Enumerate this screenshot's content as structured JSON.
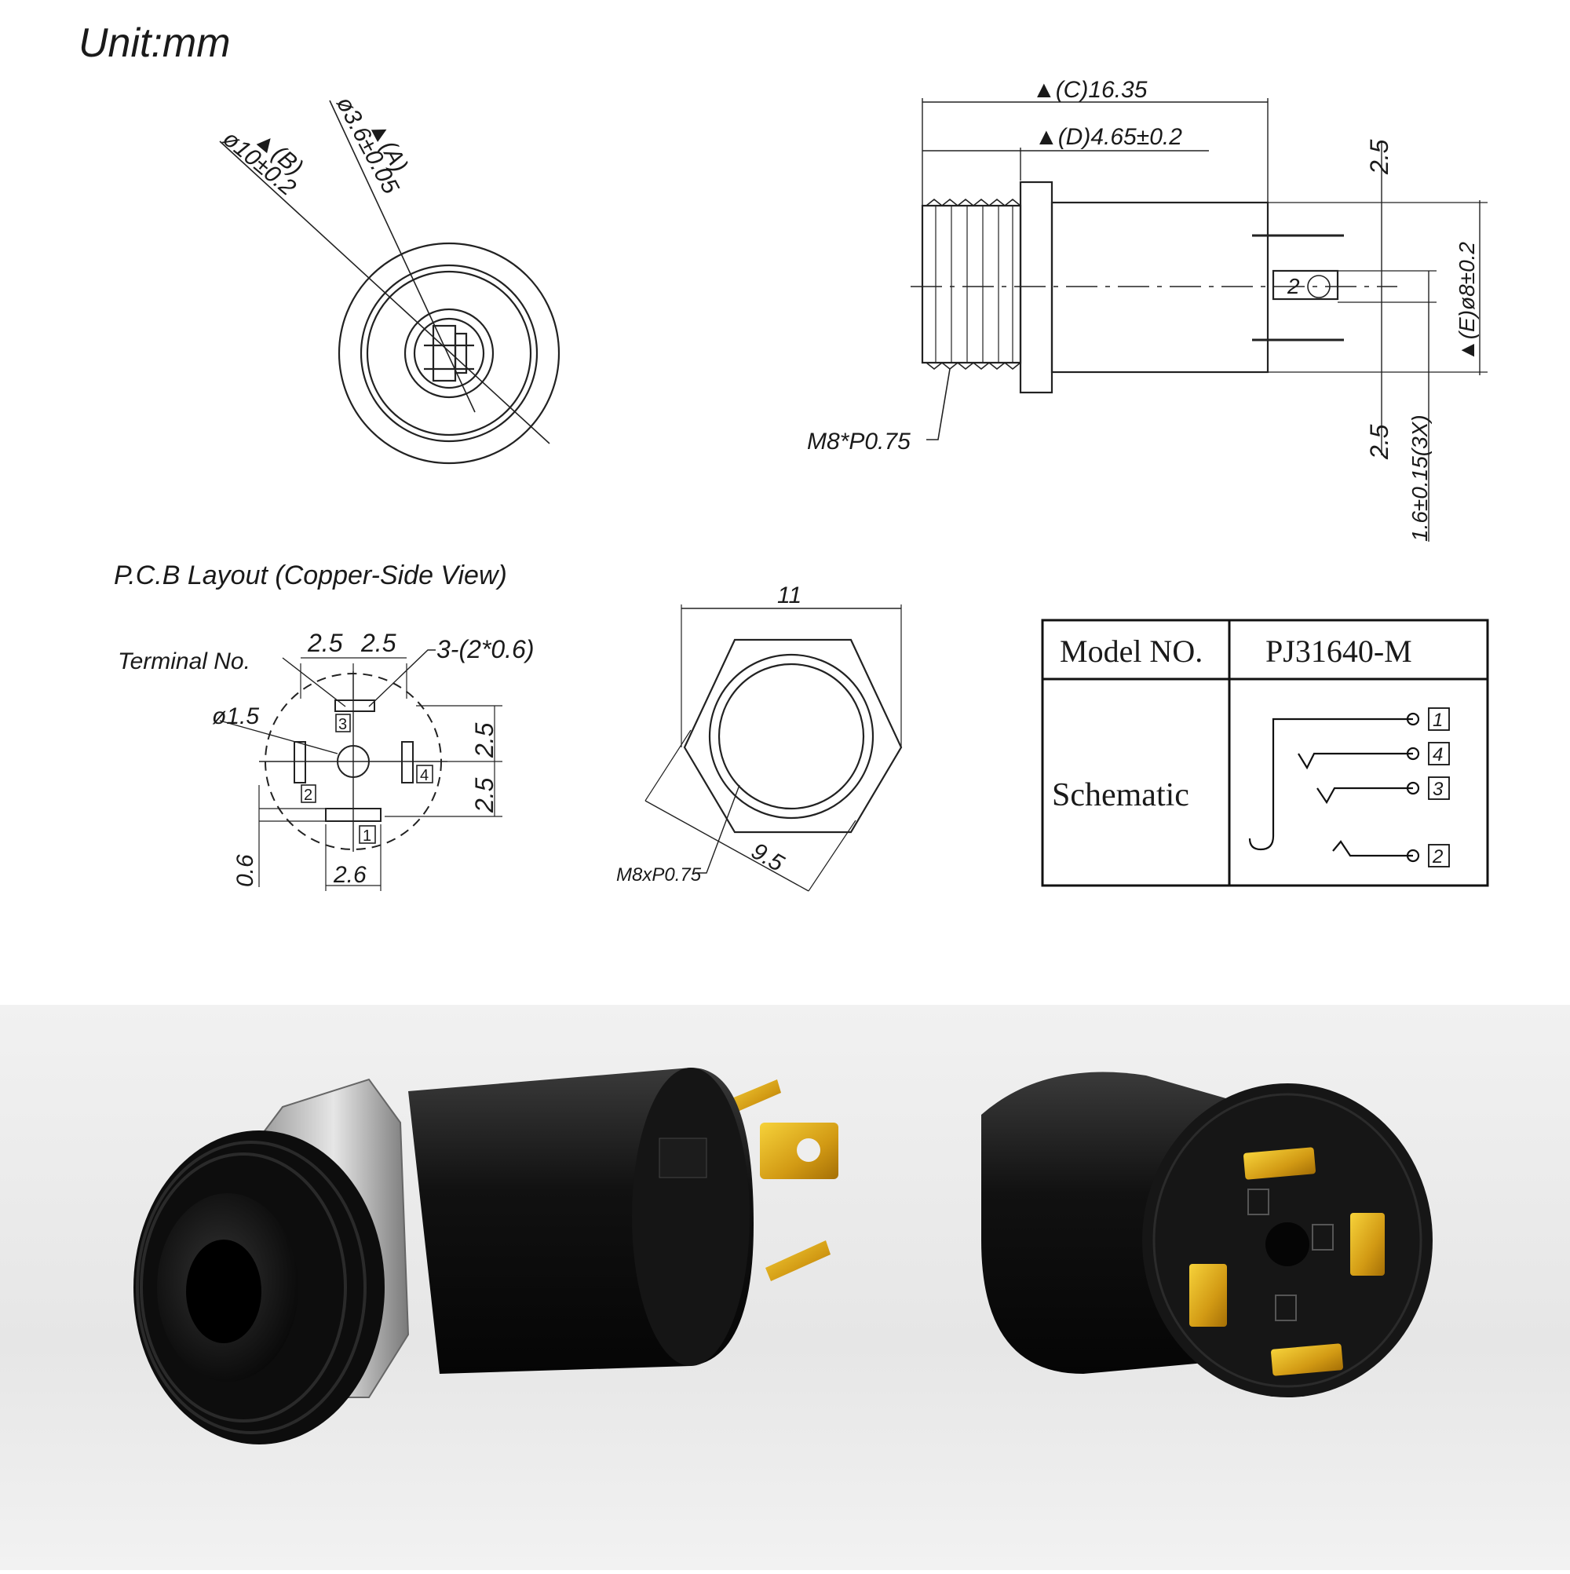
{
  "header": {
    "unit_label": "Unit:mm"
  },
  "front_view": {
    "dim_a_marker": "▲(A)",
    "dim_a_value": "ø3.6±0.05",
    "dim_b_marker": "▲(B)",
    "dim_b_value": "ø10±0.2"
  },
  "side_view": {
    "dim_c": "▲(C)16.35",
    "dim_d": "▲(D)4.65±0.2",
    "dim_e": "▲(E)ø8±0.2",
    "top_pitch": "2.5",
    "bottom_pitch": "2.5",
    "pin_width": "1.6±0.15(3X)",
    "thread": "M8*P0.75",
    "pin_number": "2"
  },
  "pcb_layout": {
    "title": "P.C.B Layout (Copper-Side View)",
    "terminal_label": "Terminal No.",
    "pad_dim_top_left": "2.5",
    "pad_dim_top_right": "2.5",
    "slot_spec": "3-(2*0.6)",
    "hole_dia": "ø1.5",
    "right_dim_upper": "2.5",
    "right_dim_lower": "2.5",
    "left_dim": "0.6",
    "bottom_dim": "2.6",
    "pins": [
      "3",
      "2",
      "4",
      "1"
    ]
  },
  "nut_view": {
    "width": "11",
    "across_flats": "9.5",
    "thread": "M8xP0.75"
  },
  "spec_table": {
    "model_label": "Model NO.",
    "model_value": "PJ31640-M",
    "schematic_label": "Schematic",
    "terminals": [
      "1",
      "4",
      "3",
      "2"
    ]
  }
}
